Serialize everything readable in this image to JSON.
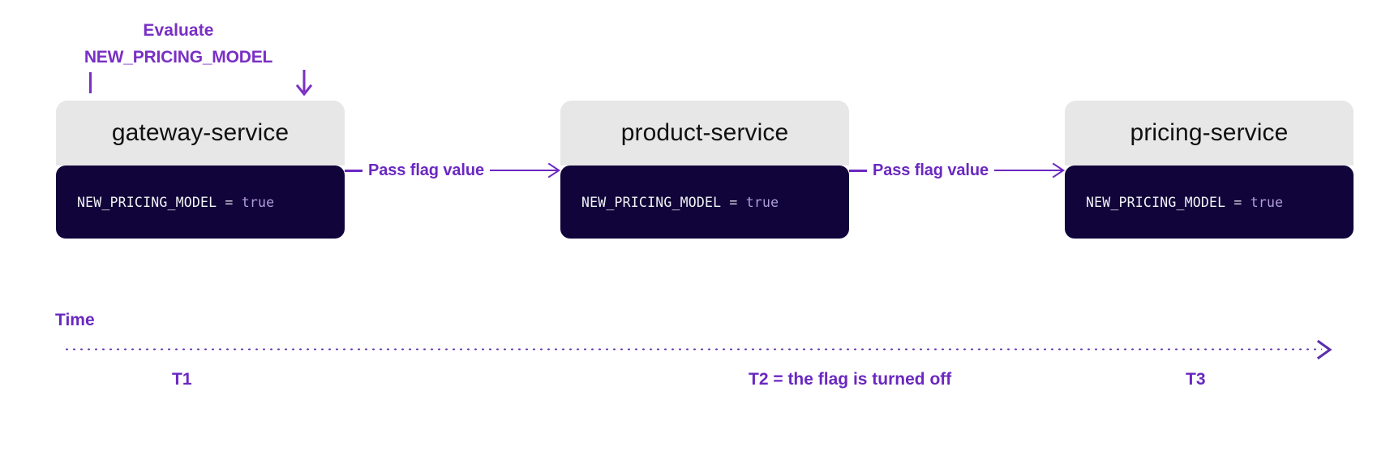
{
  "colors": {
    "accent_purple": "#6a28c0",
    "annotation_purple": "#7a2fc4",
    "code_bg": "#10043a",
    "header_bg": "#e7e7e7",
    "code_value": "#b39ddb",
    "page_bg": "#ffffff"
  },
  "annotation": {
    "line1": "Evaluate",
    "line2": "NEW_PRICING_MODEL"
  },
  "services": [
    {
      "name": "gateway-service",
      "code": {
        "key": "NEW_PRICING_MODEL",
        "operator": " = ",
        "value": "true"
      }
    },
    {
      "name": "product-service",
      "code": {
        "key": "NEW_PRICING_MODEL",
        "operator": " = ",
        "value": "true"
      }
    },
    {
      "name": "pricing-service",
      "code": {
        "key": "NEW_PRICING_MODEL",
        "operator": " = ",
        "value": "true"
      }
    }
  ],
  "connectors": [
    {
      "label": "Pass flag value"
    },
    {
      "label": "Pass flag value"
    }
  ],
  "timeline": {
    "label": "Time",
    "marks": [
      {
        "text": "T1"
      },
      {
        "text": "T2 = the flag is turned off"
      },
      {
        "text": "T3"
      }
    ]
  }
}
